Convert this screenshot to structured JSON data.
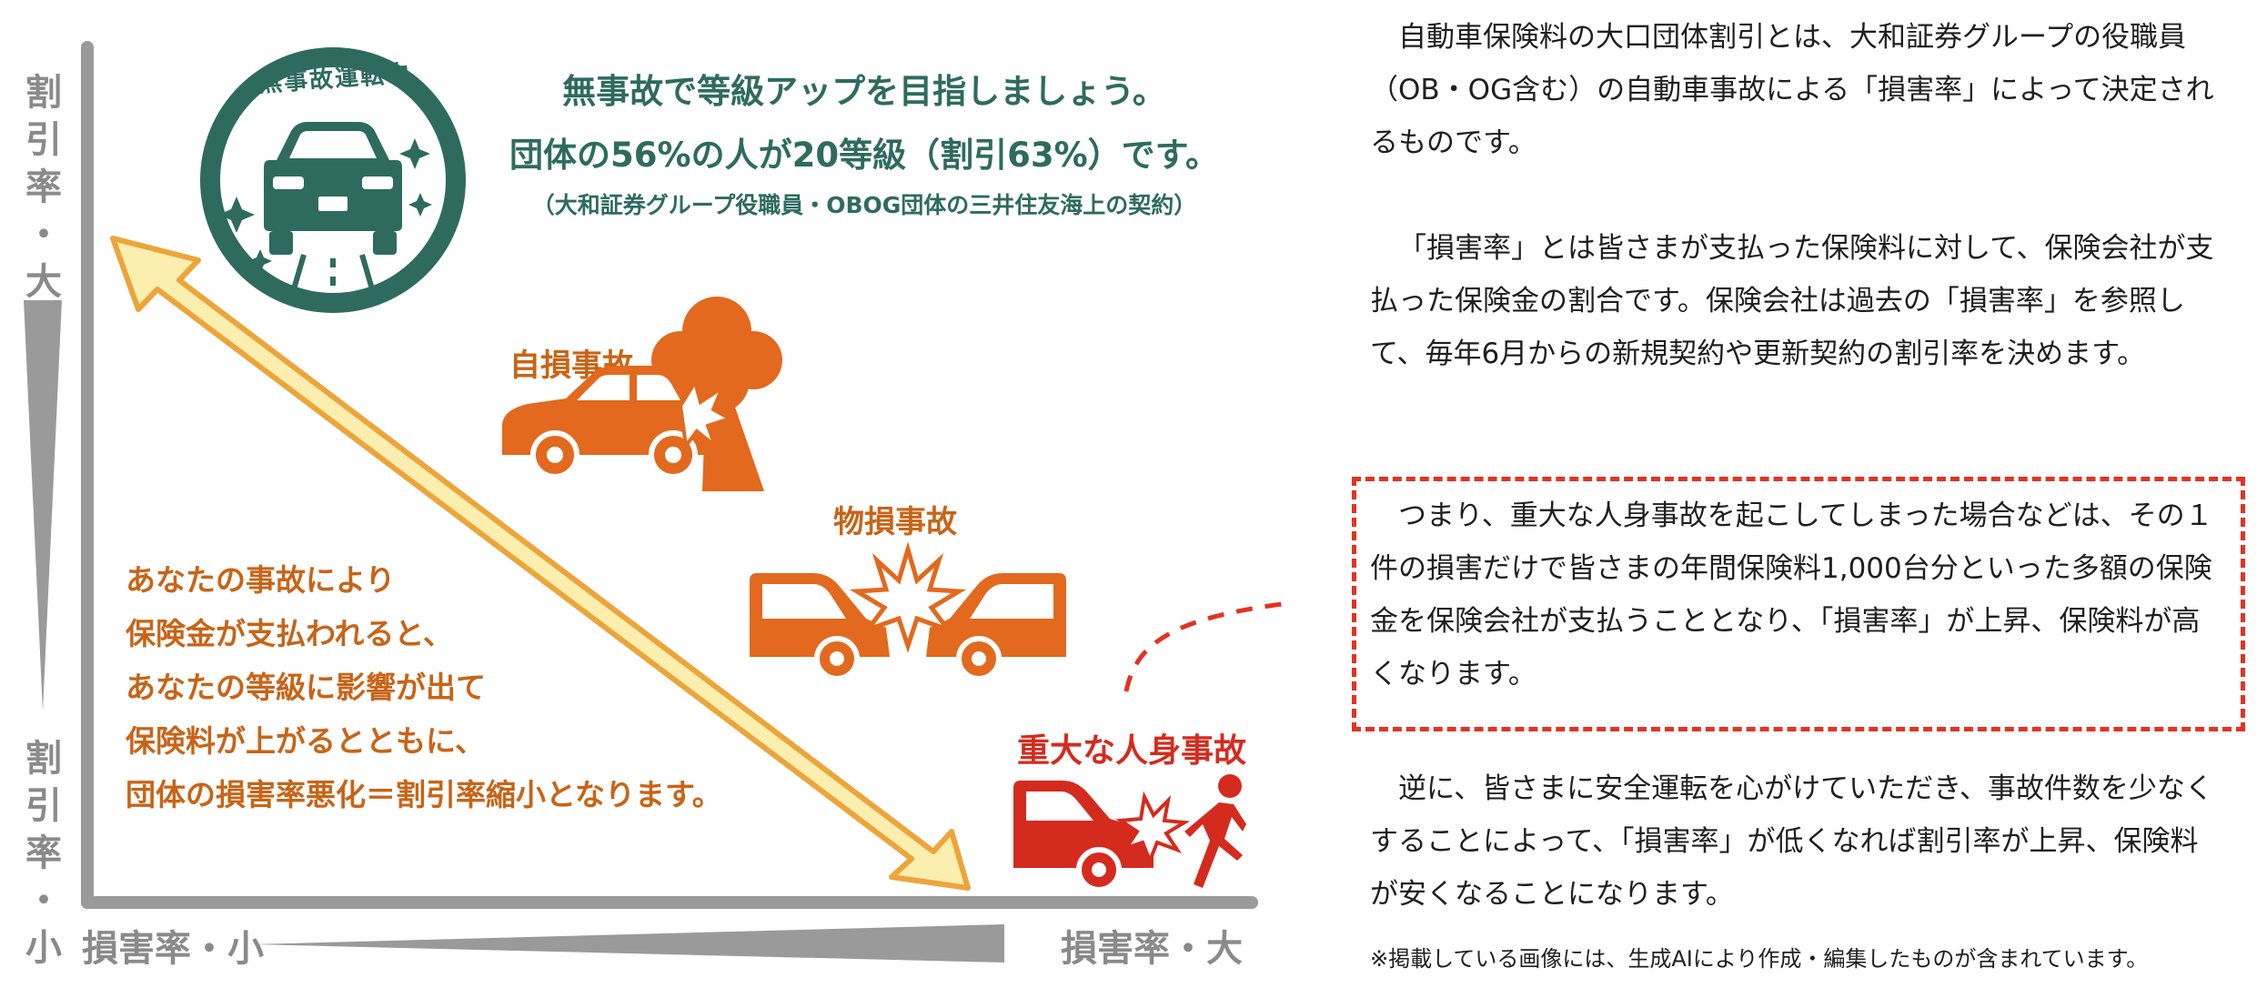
{
  "axis": {
    "y_top": [
      "割",
      "引",
      "率",
      "・",
      "大"
    ],
    "y_bottom": [
      "割",
      "引",
      "率",
      "・",
      "小"
    ],
    "x_left": "損害率・小",
    "x_right": "損害率・大"
  },
  "badge": {
    "text": "無事故運転中"
  },
  "headline": {
    "line1": "無事故で等級アップを目指しましょう。",
    "line2": "団体の56%の人が20等級（割引63%）です。",
    "line3": "（大和証券グループ役職員・OBOG団体の三井住友海上の契約）"
  },
  "accidents": {
    "self": "自損事故",
    "property": "物損事故",
    "injury": "重大な人身事故"
  },
  "left_text": [
    "あなたの事故により",
    "保険金が支払われると、",
    "あなたの等級に影響が出て",
    "保険料が上がるとともに、",
    "団体の損害率悪化＝割引率縮小となります。"
  ],
  "paragraphs": {
    "p1": "自動車保険料の大口団体割引とは、大和証券グループの役職員（OB・OG含む）の自動車事故による「損害率」によって決定されるものです。",
    "p2": "「損害率」とは皆さまが支払った保険料に対して、保険会社が支払った保険金の割合です。保険会社は過去の「損害率」を参照して、毎年6月からの新規契約や更新契約の割引率を決めます。",
    "p3": "つまり、重大な人身事故を起こしてしまった場合などは、その１件の損害だけで皆さまの年間保険料1,000台分といった多額の保険金を保険会社が支払うこととなり、「損害率」が上昇、保険料が高くなります。",
    "p4": "逆に、皆さまに安全運転を心がけていただき、事故件数を少なくすることによって、「損害率」が低くなれば割引率が上昇、保険料が安くなることになります。"
  },
  "note": "※掲載している画像には、生成AIにより作成・編集したものが含まれています。",
  "colors": {
    "axis_gray": "#9a9a9a",
    "green": "#2e6b5e",
    "orange": "#e2691e",
    "red": "#d42b1e",
    "arrow_fill": "#fbeeae",
    "arrow_stroke": "#eda43a"
  }
}
